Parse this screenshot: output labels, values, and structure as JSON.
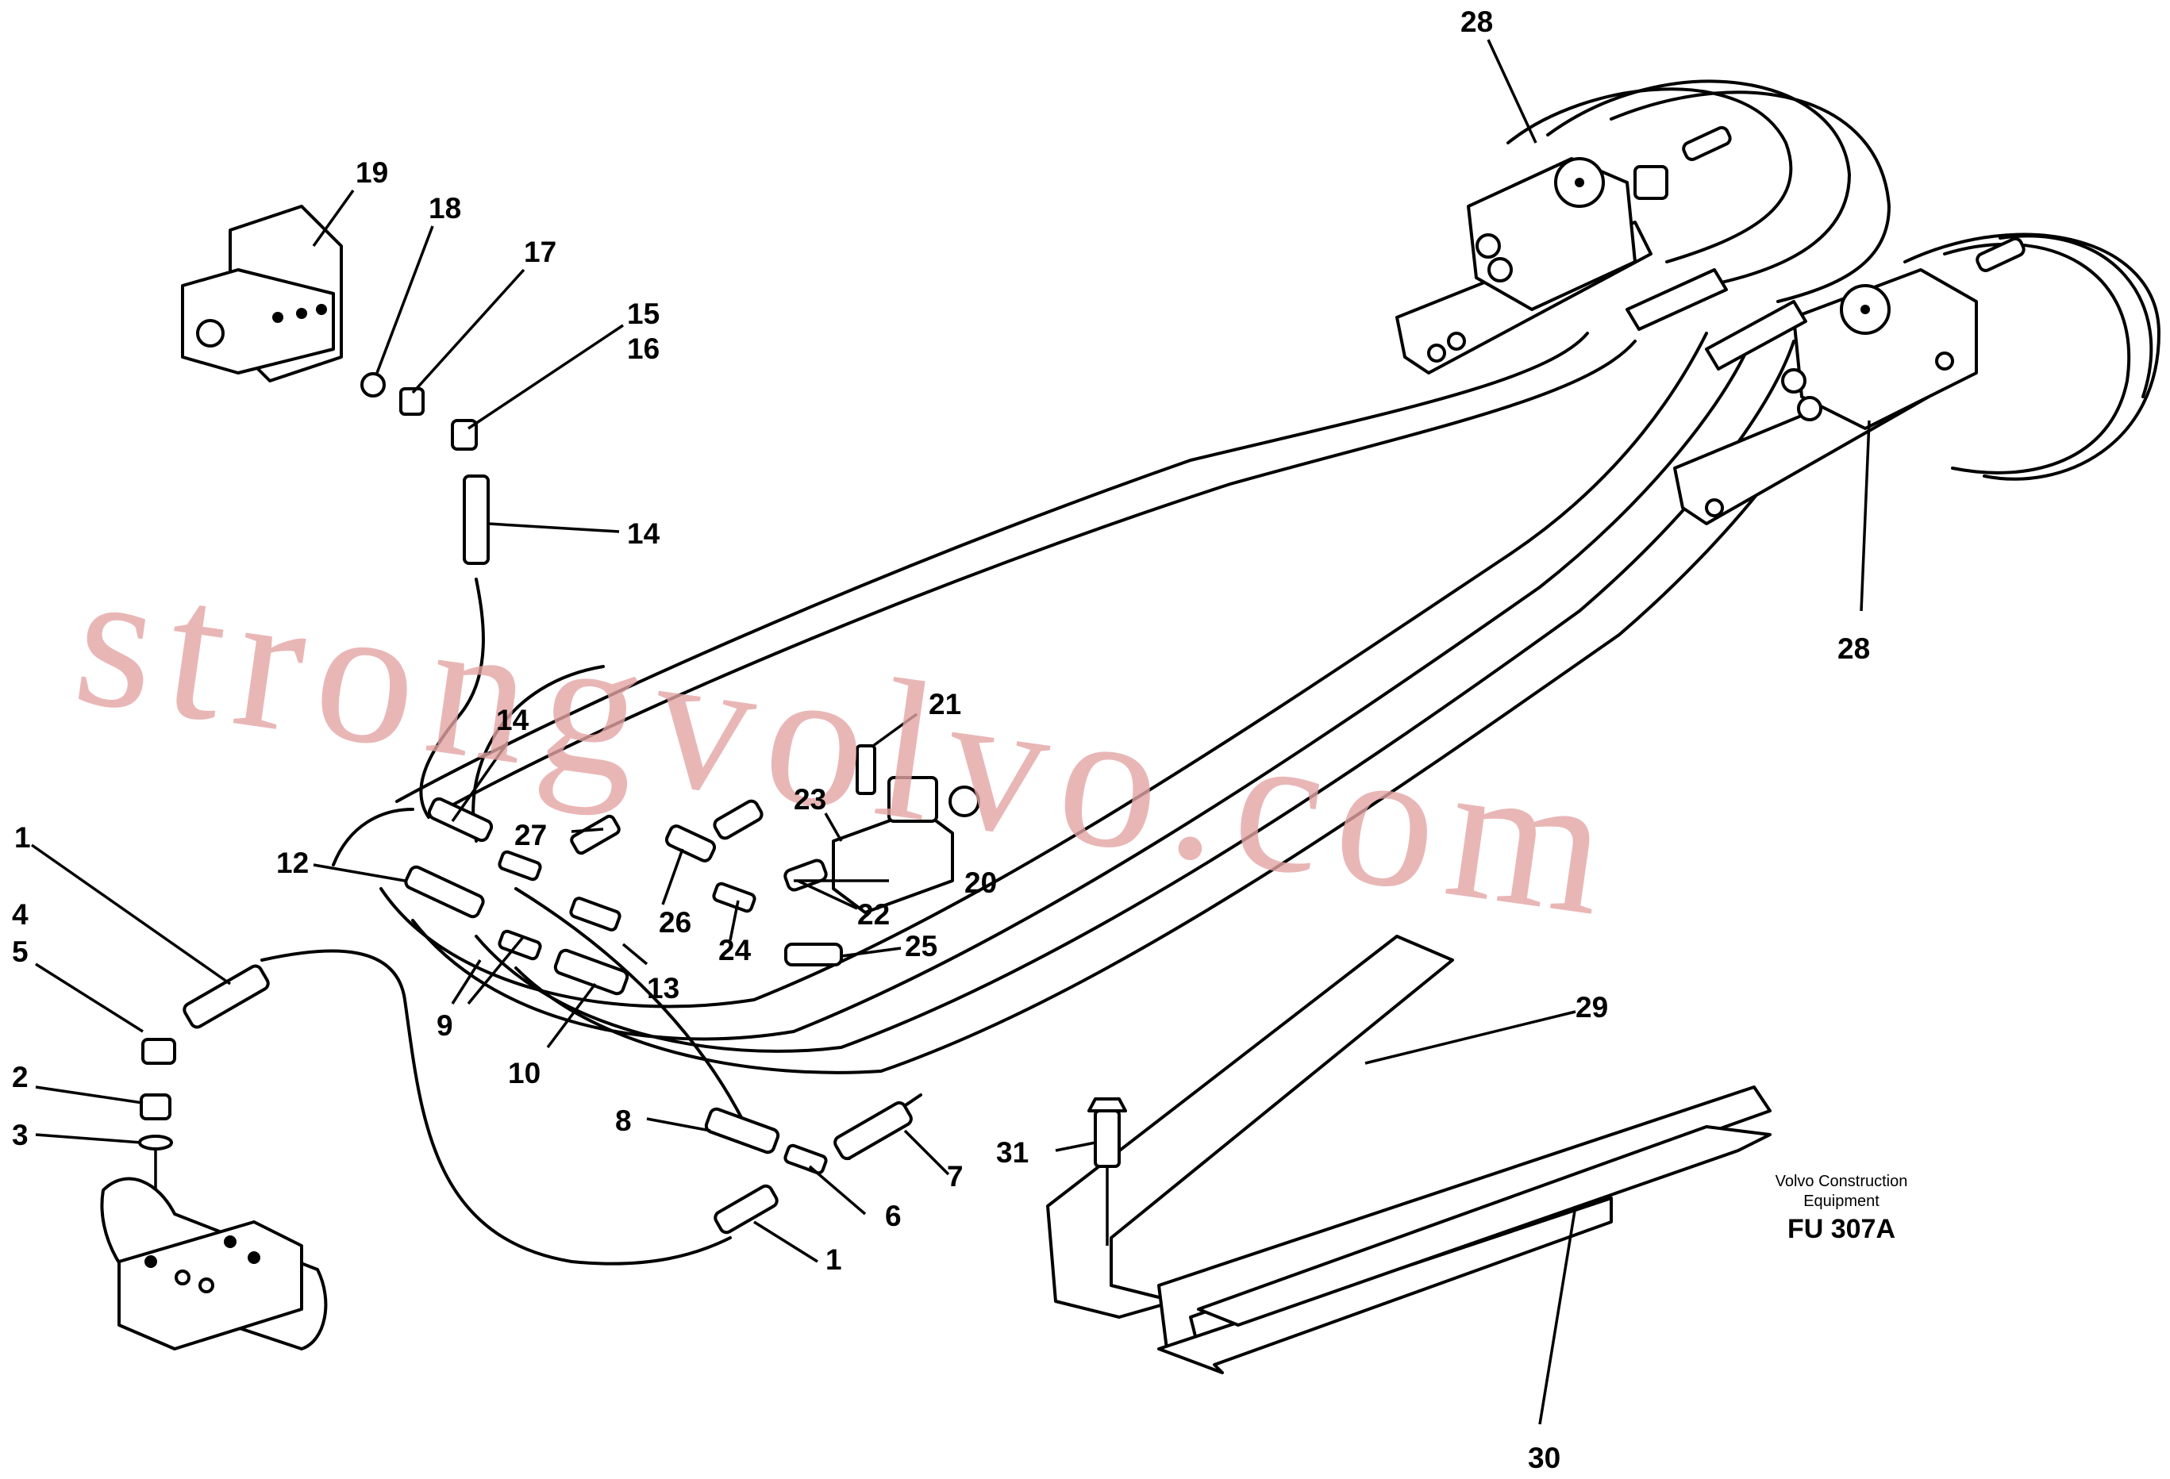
{
  "watermark": "strongvolvo.com",
  "credit": {
    "line1": "Volvo Construction",
    "line2": "Equipment",
    "code": "FU 307A"
  },
  "callouts": [
    {
      "id": "c28a",
      "text": "28"
    },
    {
      "id": "c28b",
      "text": "28"
    },
    {
      "id": "c19",
      "text": "19"
    },
    {
      "id": "c18",
      "text": "18"
    },
    {
      "id": "c17",
      "text": "17"
    },
    {
      "id": "c15",
      "text": "15"
    },
    {
      "id": "c16",
      "text": "16"
    },
    {
      "id": "c14a",
      "text": "14"
    },
    {
      "id": "c14b",
      "text": "14"
    },
    {
      "id": "c21",
      "text": "21"
    },
    {
      "id": "c23",
      "text": "23"
    },
    {
      "id": "c27",
      "text": "27"
    },
    {
      "id": "c20",
      "text": "20"
    },
    {
      "id": "c22",
      "text": "22"
    },
    {
      "id": "c26",
      "text": "26"
    },
    {
      "id": "c24",
      "text": "24"
    },
    {
      "id": "c25",
      "text": "25"
    },
    {
      "id": "c12",
      "text": "12"
    },
    {
      "id": "c13",
      "text": "13"
    },
    {
      "id": "c9",
      "text": "9"
    },
    {
      "id": "c10",
      "text": "10"
    },
    {
      "id": "c1a",
      "text": "1"
    },
    {
      "id": "c4",
      "text": "4"
    },
    {
      "id": "c5",
      "text": "5"
    },
    {
      "id": "c2",
      "text": "2"
    },
    {
      "id": "c3",
      "text": "3"
    },
    {
      "id": "c8",
      "text": "8"
    },
    {
      "id": "c7",
      "text": "7"
    },
    {
      "id": "c6",
      "text": "6"
    },
    {
      "id": "c1b",
      "text": "1"
    },
    {
      "id": "c29",
      "text": "29"
    },
    {
      "id": "c31",
      "text": "31"
    },
    {
      "id": "c30",
      "text": "30"
    }
  ]
}
